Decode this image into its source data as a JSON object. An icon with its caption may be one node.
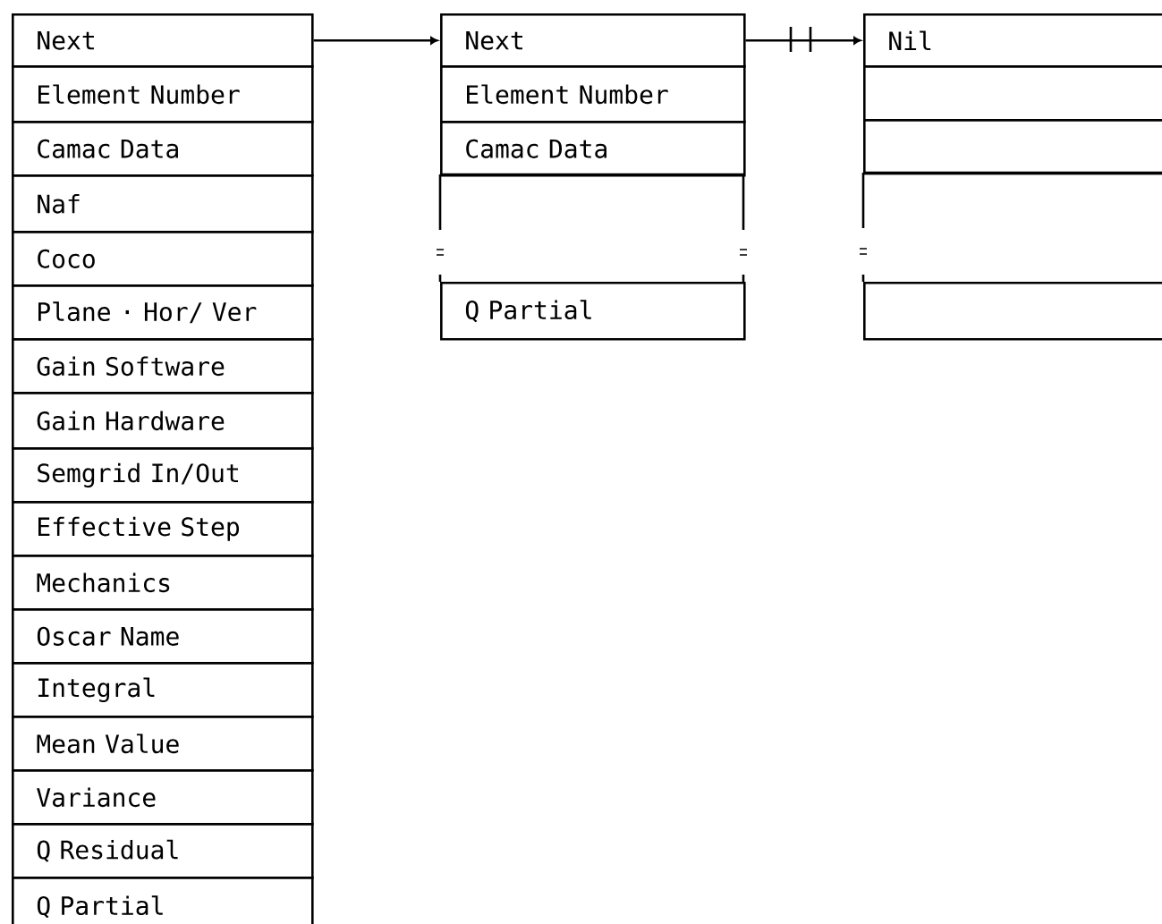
{
  "diagram": {
    "nodes": [
      {
        "text": [
          "Next"
        ]
      },
      {
        "text": [
          "Element Number"
        ]
      },
      {
        "text": [
          "Camac Data"
        ]
      },
      {
        "text": [
          "Naf"
        ]
      },
      {
        "text": [
          "Coco"
        ]
      },
      {
        "text": [
          "Plane · Hor/ Ver"
        ]
      },
      {
        "text": [
          "Gain Software"
        ]
      },
      {
        "text": [
          "Gain Hardware"
        ]
      },
      {
        "text": [
          "Semgrid In/Out"
        ]
      },
      {
        "text": [
          "Effective Step"
        ]
      },
      {
        "text": [
          "Mechanics"
        ]
      },
      {
        "text": [
          "Oscar Name"
        ]
      },
      {
        "text": [
          "Integral"
        ]
      },
      {
        "text": [
          "Mean Value"
        ]
      },
      {
        "text": [
          "Variance"
        ]
      },
      {
        "text": [
          "Q Residual"
        ]
      },
      {
        "text": [
          "Q Partial"
        ]
      },
      {
        "text": [
          "Next"
        ]
      },
      {
        "text": [
          "Element Number"
        ]
      },
      {
        "text": [
          "Camac Data"
        ]
      },
      {
        "text": [],
        "shape": "box"
      },
      {
        "text": [
          "Q Partial"
        ]
      },
      {
        "text": [
          "Nil"
        ]
      },
      {
        "text": [],
        "shape": "box"
      },
      {
        "text": [],
        "shape": "box"
      },
      {
        "text": [],
        "shape": "box"
      },
      {
        "text": [],
        "shape": "box"
      }
    ],
    "edges": [
      {
        "from": 0,
        "to": 17,
        "arrow": "to"
      },
      {
        "from": 17,
        "to": 22,
        "arrow": "to"
      }
    ]
  }
}
